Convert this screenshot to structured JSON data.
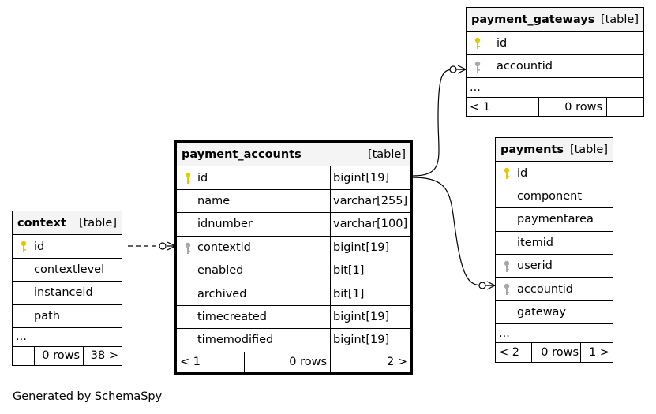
{
  "tables": {
    "payment_gateways": {
      "name": "payment_gateways",
      "kind": "[table]",
      "columns": [
        {
          "name": "id",
          "key": "primary"
        },
        {
          "name": "accountid",
          "key": "foreign"
        }
      ],
      "ellipsis": "...",
      "footer": {
        "parents": "< 1",
        "rows": "0 rows",
        "children": ""
      }
    },
    "payment_accounts": {
      "name": "payment_accounts",
      "kind": "[table]",
      "columns": [
        {
          "name": "id",
          "type": "bigint[19]",
          "key": "primary"
        },
        {
          "name": "name",
          "type": "varchar[255]",
          "key": "none"
        },
        {
          "name": "idnumber",
          "type": "varchar[100]",
          "key": "none"
        },
        {
          "name": "contextid",
          "type": "bigint[19]",
          "key": "foreign"
        },
        {
          "name": "enabled",
          "type": "bit[1]",
          "key": "none"
        },
        {
          "name": "archived",
          "type": "bit[1]",
          "key": "none"
        },
        {
          "name": "timecreated",
          "type": "bigint[19]",
          "key": "none"
        },
        {
          "name": "timemodified",
          "type": "bigint[19]",
          "key": "none"
        }
      ],
      "footer": {
        "parents": "< 1",
        "rows": "0 rows",
        "children": "2 >"
      }
    },
    "payments": {
      "name": "payments",
      "kind": "[table]",
      "columns": [
        {
          "name": "id",
          "key": "primary"
        },
        {
          "name": "component",
          "key": "none"
        },
        {
          "name": "paymentarea",
          "key": "none"
        },
        {
          "name": "itemid",
          "key": "none"
        },
        {
          "name": "userid",
          "key": "foreign"
        },
        {
          "name": "accountid",
          "key": "foreign"
        },
        {
          "name": "gateway",
          "key": "none"
        }
      ],
      "ellipsis": "...",
      "footer": {
        "parents": "< 2",
        "rows": "0 rows",
        "children": "1 >"
      }
    },
    "context": {
      "name": "context",
      "kind": "[table]",
      "columns": [
        {
          "name": "id",
          "key": "primary"
        },
        {
          "name": "contextlevel",
          "key": "none"
        },
        {
          "name": "instanceid",
          "key": "none"
        },
        {
          "name": "path",
          "key": "none"
        }
      ],
      "ellipsis": "...",
      "footer": {
        "parents": "",
        "rows": "0 rows",
        "children": "38 >"
      }
    }
  },
  "key_colors": {
    "primary": "#e6c800",
    "foreign": "#a8a8a8"
  },
  "footnote": "Generated by SchemaSpy"
}
